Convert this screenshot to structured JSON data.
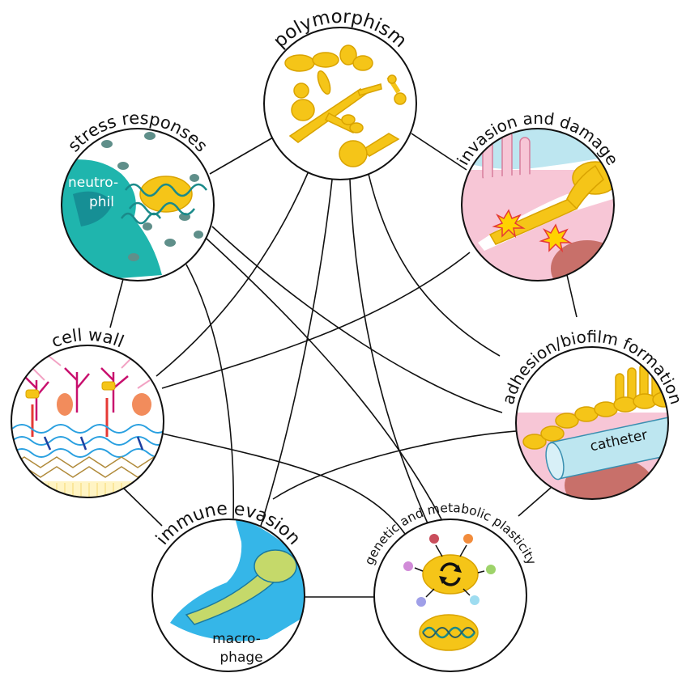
{
  "nodes": [
    {
      "id": "polymorphism",
      "label": "polymorphism"
    },
    {
      "id": "invasion",
      "label": "invasion and damage"
    },
    {
      "id": "adhesion",
      "label": "adhesion/biofilm formation"
    },
    {
      "id": "plasticity",
      "label": "genetic and metabolic plasticity"
    },
    {
      "id": "immune",
      "label": "immune evasion"
    },
    {
      "id": "cellwall",
      "label": "cell wall"
    },
    {
      "id": "stress",
      "label": "stress responses"
    }
  ],
  "inner_labels": {
    "neutrophil_1": "neutro-",
    "neutrophil_2": "phil",
    "catheter": "catheter",
    "macrophage_1": "macro-",
    "macrophage_2": "phage"
  },
  "colors": {
    "yeast": "#f5c518",
    "yeast_dark": "#d9a300",
    "neutrophil": "#1fb5ad",
    "dna": "#1a8a8a",
    "tissue_pink": "#f7c6d6",
    "tissue_blue": "#bde6f0",
    "red_tissue": "#c8706a",
    "glycan_red": "#c8102e",
    "glycan_pink": "#f2a3c4",
    "helix_blue": "#2aa0e0",
    "mesh_brown": "#b08a3a",
    "macrophage_blue": "#35b6e8"
  }
}
